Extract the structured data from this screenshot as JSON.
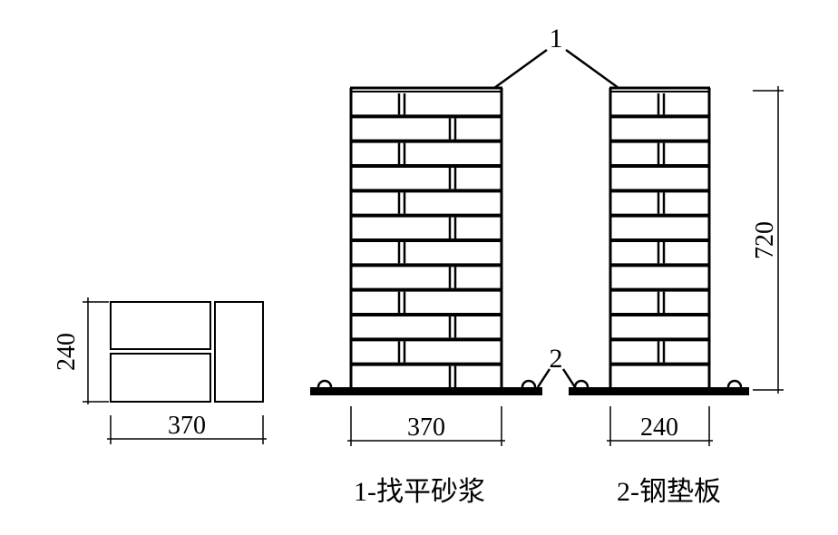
{
  "labels": {
    "leader_1": "1",
    "leader_2": "2"
  },
  "dimensions": {
    "plan_height": "240",
    "plan_width": "370",
    "wall1_width": "370",
    "wall2_width": "240",
    "wall_height": "720"
  },
  "legend": {
    "item1": "1-找平砂浆",
    "item2": "2-钢垫板"
  },
  "colors": {
    "line": "#000000",
    "background": "#ffffff"
  }
}
